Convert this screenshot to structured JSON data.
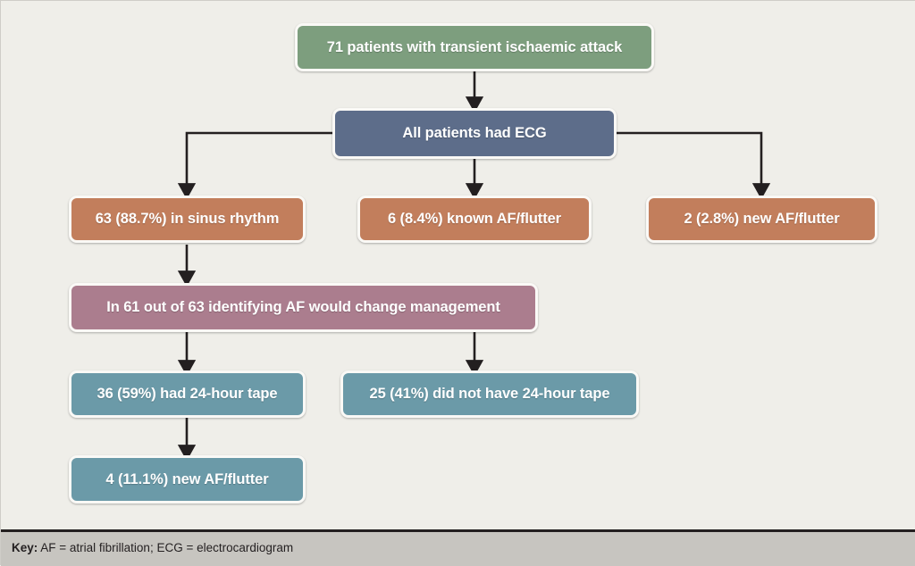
{
  "figure": {
    "background_color": "#efeee9",
    "title": "Flowchart of transient ischaemic attack patient ECG pathway"
  },
  "nodes": [
    {
      "id": "tia-patients",
      "label": "71 patients with transient ischaemic attack",
      "color": "#7d9e7e",
      "color_name": "green"
    },
    {
      "id": "all-ecg",
      "label": "All patients had ECG",
      "color": "#5d6d8a",
      "color_name": "blue"
    },
    {
      "id": "sinus-rhythm",
      "label": "63 (88.7%) in sinus rhythm",
      "color": "#c27e5c",
      "color_name": "orange"
    },
    {
      "id": "known-af",
      "label": "6 (8.4%) known AF/flutter",
      "color": "#c27e5c",
      "color_name": "orange"
    },
    {
      "id": "new-af-ecg",
      "label": "2 (2.8%) new AF/flutter",
      "color": "#c27e5c",
      "color_name": "orange"
    },
    {
      "id": "change-management",
      "label": "In 61 out of 63 identifying AF would change management",
      "color": "#ab7d8e",
      "color_name": "mauve"
    },
    {
      "id": "had-tape",
      "label": "36 (59%) had 24-hour tape",
      "color": "#6b9aa8",
      "color_name": "teal"
    },
    {
      "id": "no-tape",
      "label": "25 (41%) did not have 24-hour tape",
      "color": "#6b9aa8",
      "color_name": "teal"
    },
    {
      "id": "new-af-tape",
      "label": "4 (11.1%) new AF/flutter",
      "color": "#6b9aa8",
      "color_name": "teal"
    }
  ],
  "footer": {
    "key_label": "Key:",
    "key_text": " AF = atrial fibrillation; ECG = electrocardiogram",
    "background_color": "#c7c5c0"
  },
  "connector_color": "#231f20"
}
